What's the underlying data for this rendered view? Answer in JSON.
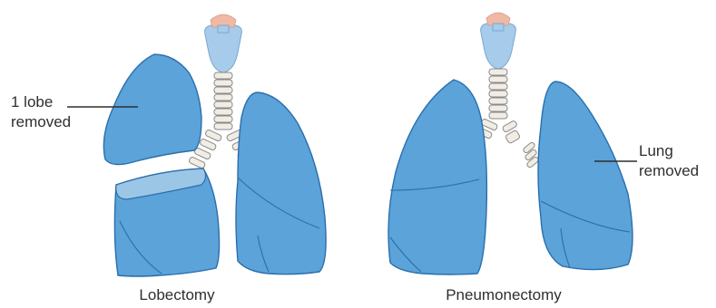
{
  "diagram": {
    "left": {
      "caption": "Lobectomy",
      "annotation_line1": "1 lobe",
      "annotation_line2": "removed"
    },
    "right": {
      "caption": "Pneumonectomy",
      "annotation_line1": "Lung",
      "annotation_line2": "removed"
    }
  },
  "colors": {
    "lung_fill": "#5ba3d8",
    "lung_outline": "#2a6fae",
    "removed_lobe_cut_surface": "#9cc6e6",
    "trachea_rings": "#f1ece4",
    "larynx": "#a7cbea",
    "epiglottis": "#f0b9a6"
  }
}
